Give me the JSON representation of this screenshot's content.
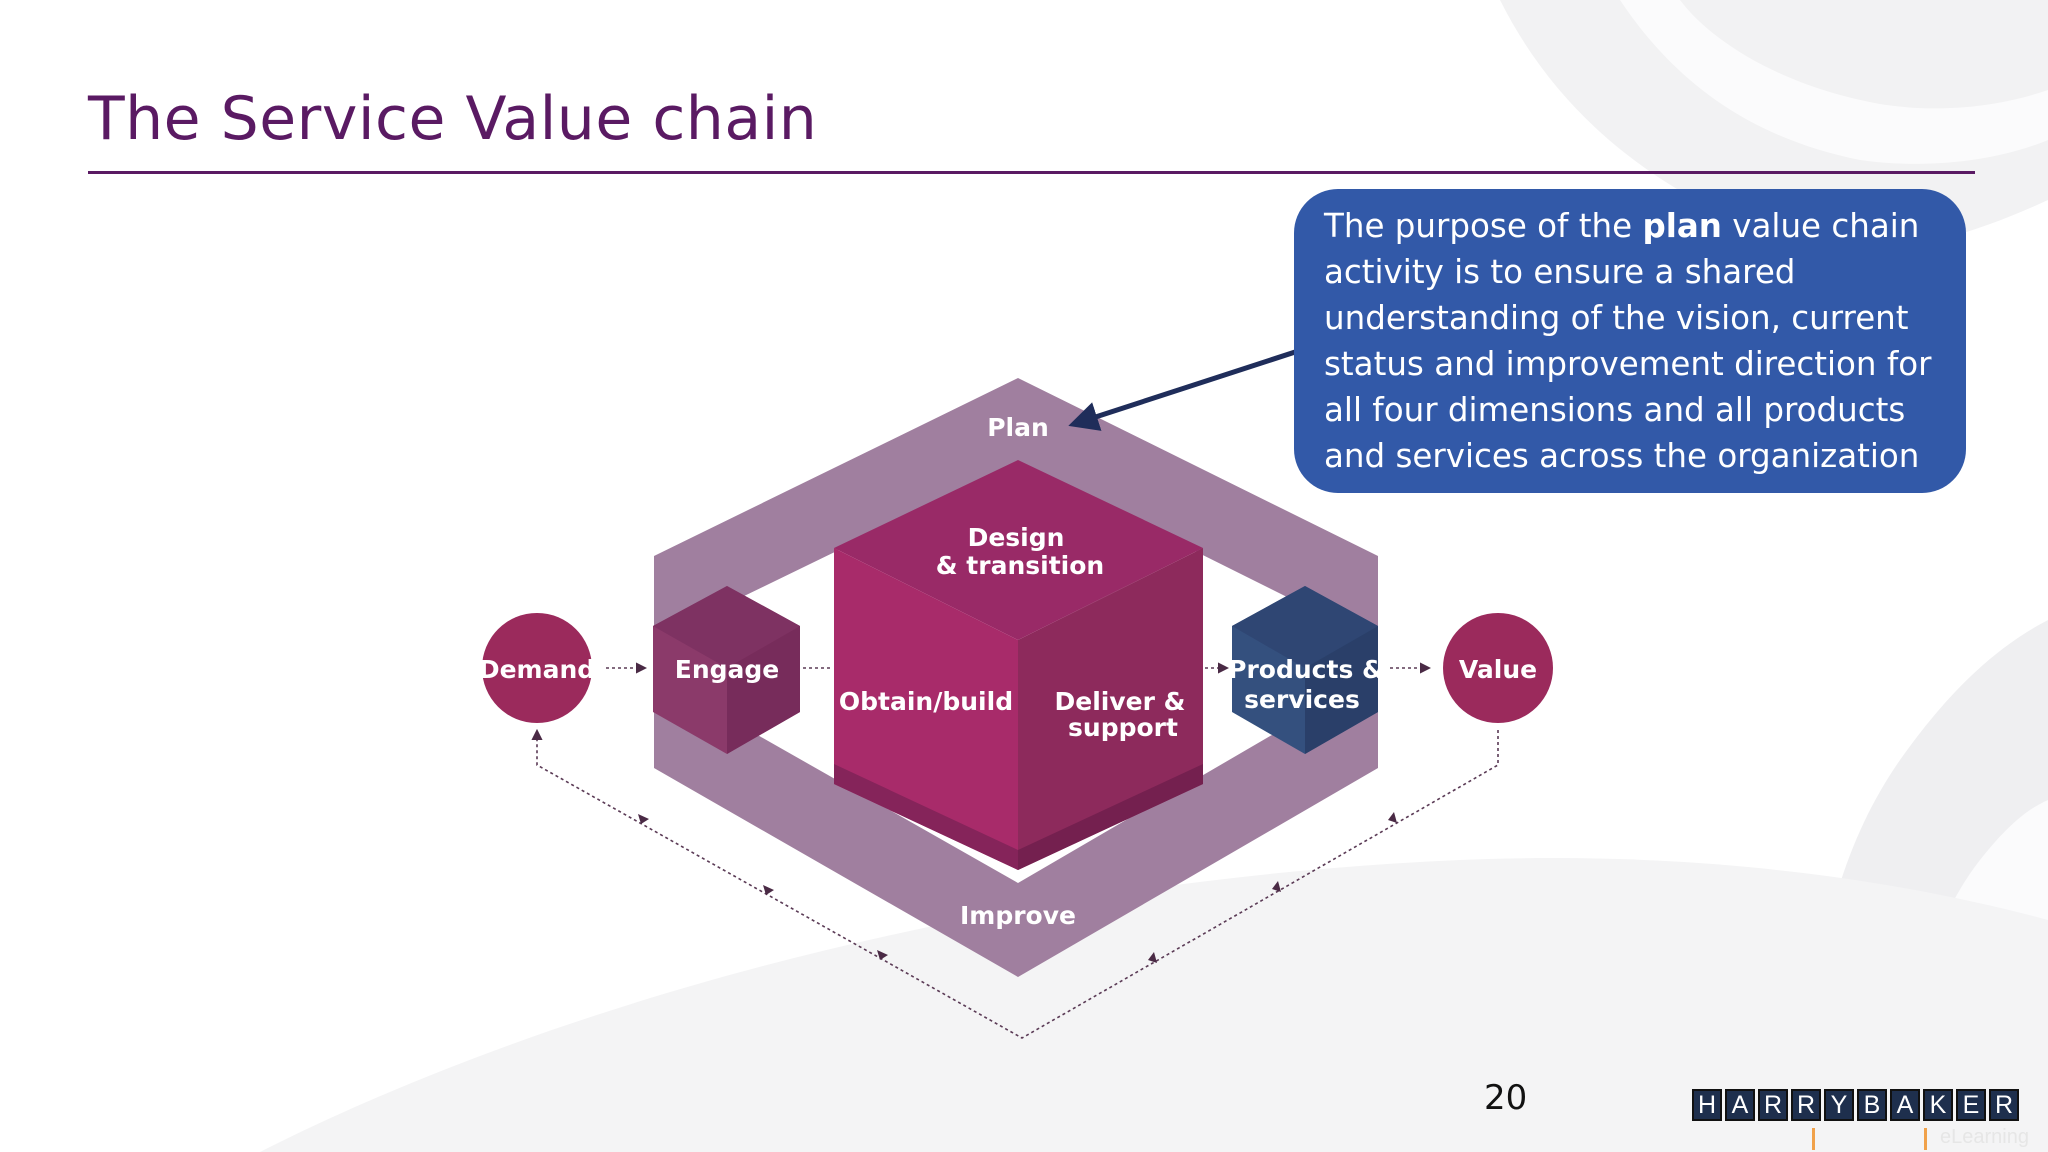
{
  "slide": {
    "title": "The Service Value chain",
    "page_number": "20"
  },
  "callout": {
    "text_before": "The purpose of the ",
    "text_bold": "plan",
    "text_after": " value chain activity is to ensure a shared understanding of the vision, current status and improvement direction for all four dimensions and all products and services across the organization"
  },
  "diagram": {
    "labels": {
      "plan": "Plan",
      "improve": "Improve",
      "design_1": "Design",
      "design_2": "& transition",
      "obtain": "Obtain/build",
      "deliver_1": "Deliver &",
      "deliver_2": "support",
      "engage": "Engage",
      "demand": "Demand",
      "value": "Value",
      "products_1": "Products &",
      "products_2": "services"
    },
    "colors": {
      "frame": "#a07f9f",
      "cube_top": "#992a67",
      "cube_left": "#a82b6a",
      "cube_right": "#8d2a5c",
      "circle": "#9b2a5c",
      "products_box": "#34507e",
      "connector": "#5a3a55"
    }
  },
  "branding": {
    "logo_letters": [
      "H",
      "A",
      "R",
      "R",
      "Y",
      "B",
      "A",
      "K",
      "E",
      "R"
    ],
    "tagline": "eLearning"
  }
}
